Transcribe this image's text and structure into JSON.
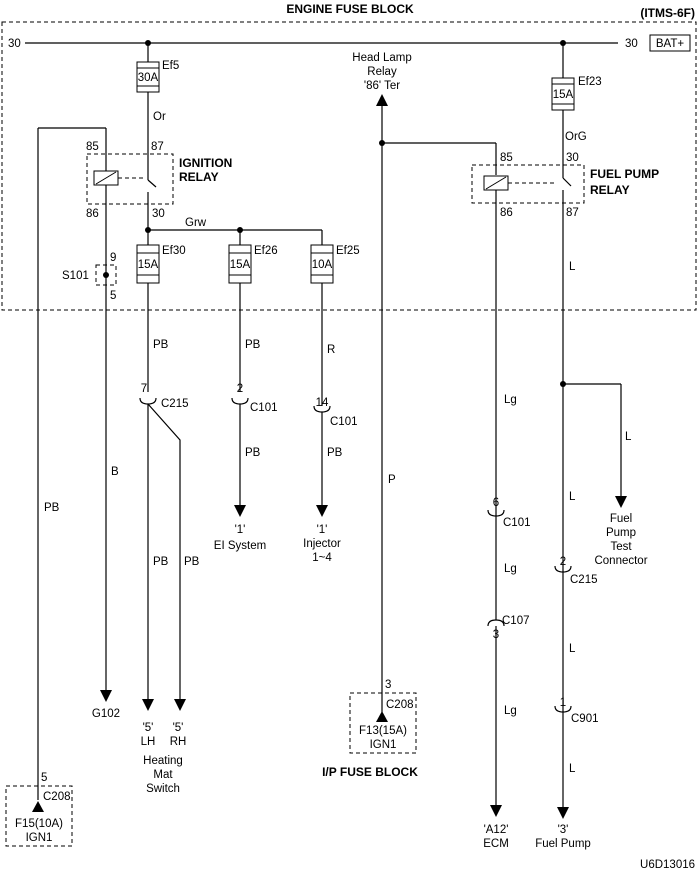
{
  "header": {
    "title": "ENGINE FUSE BLOCK",
    "code": "(ITMS-6F)",
    "bat_label": "BAT+",
    "bus_left": "30",
    "bus_right": "30"
  },
  "fuses": {
    "ef5": {
      "id": "Ef5",
      "rating": "30A"
    },
    "ef23": {
      "id": "Ef23",
      "rating": "15A"
    },
    "ef30": {
      "id": "Ef30",
      "rating": "15A"
    },
    "ef26": {
      "id": "Ef26",
      "rating": "15A"
    },
    "ef25": {
      "id": "Ef25",
      "rating": "10A"
    }
  },
  "relays": {
    "ignition": {
      "name_line1": "IGNITION",
      "name_line2": "RELAY",
      "p85": "85",
      "p87": "87",
      "p86": "86",
      "p30": "30"
    },
    "fuel_pump": {
      "name_line1": "FUEL PUMP",
      "name_line2": "RELAY",
      "p85": "85",
      "p30": "30",
      "p86": "86",
      "p87": "87"
    }
  },
  "wires": {
    "or": "Or",
    "org": "OrG",
    "grw": "Grw",
    "pb_ef30": "PB",
    "pb_ef26": "PB",
    "r_ef25": "R",
    "pb_c101_2": "PB",
    "pb_c101_14": "PB",
    "pb_lh": "PB",
    "pb_rh": "PB",
    "b": "B",
    "pb_left": "PB",
    "p": "P",
    "lg1": "Lg",
    "lg2": "Lg",
    "lg3": "Lg",
    "l1": "L",
    "l2": "L",
    "l3": "L",
    "l4": "L",
    "l_test": "L"
  },
  "splice": {
    "name": "S101",
    "pin_top": "9",
    "pin_bottom": "5"
  },
  "connectors": {
    "c215_7": {
      "pin": "7",
      "name": "C215"
    },
    "c101_2": {
      "pin": "2",
      "name": "C101"
    },
    "c101_14": {
      "pin": "14",
      "name": "C101"
    },
    "c101_6": {
      "pin": "6",
      "name": "C101"
    },
    "c107_3": {
      "pin": "3",
      "name": "C107"
    },
    "c215_2": {
      "pin": "2",
      "name": "C215"
    },
    "c901_1": {
      "pin": "1",
      "name": "C901"
    },
    "c208_left": {
      "pin": "5",
      "name": "C208",
      "fuse": "F15(10A)",
      "circuit": "IGN1"
    },
    "c208_right": {
      "pin": "3",
      "name": "C208",
      "fuse": "F13(15A)",
      "circuit": "IGN1"
    }
  },
  "destinations": {
    "headlamp": {
      "line1": "Head Lamp",
      "line2": "Relay",
      "line3": "'86' Ter"
    },
    "el_system": {
      "pin": "'1'",
      "name": "EI System"
    },
    "injector": {
      "pin": "'1'",
      "line1": "Injector",
      "line2": "1~4"
    },
    "g102": "G102",
    "heating_lh": {
      "pin": "'5'",
      "side": "LH"
    },
    "heating_rh": {
      "pin": "'5'",
      "side": "RH"
    },
    "heating_switch": {
      "line1": "Heating",
      "line2": "Mat",
      "line3": "Switch"
    },
    "test_connector": {
      "line1": "Fuel",
      "line2": "Pump",
      "line3": "Test",
      "line4": "Connector"
    },
    "ecm": {
      "pin": "'A12'",
      "name": "ECM"
    },
    "fuel_pump": {
      "pin": "'3'",
      "name": "Fuel Pump"
    }
  },
  "ip_fuse_block": "I/P FUSE BLOCK",
  "figure_id": "U6D13016"
}
